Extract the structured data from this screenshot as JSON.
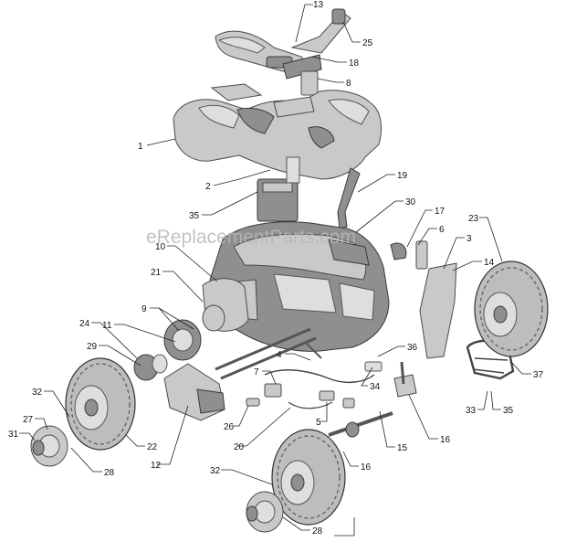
{
  "watermark": "eReplacementParts.com",
  "callouts": [
    "13",
    "25",
    "18",
    "8",
    "1",
    "2",
    "19",
    "35",
    "30",
    "17",
    "6",
    "3",
    "23",
    "10",
    "21",
    "14",
    "9",
    "24",
    "11",
    "4",
    "36",
    "29",
    "7",
    "37",
    "34",
    "33",
    "35",
    "32",
    "5",
    "27",
    "31",
    "26",
    "22",
    "20",
    "15",
    "16",
    "12",
    "28",
    "32",
    "16",
    "28"
  ]
}
